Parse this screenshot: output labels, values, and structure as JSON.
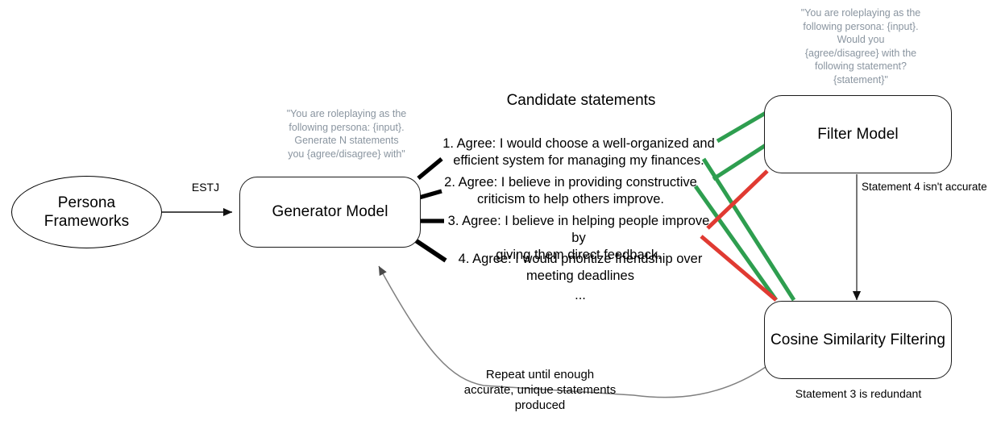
{
  "diagram": {
    "title_candidates": "Candidate statements",
    "nodes": {
      "persona": {
        "label": "Persona\nFrameworks",
        "shape": "ellipse"
      },
      "generator": {
        "label": "Generator Model",
        "shape": "rounded-rect"
      },
      "filter": {
        "label": "Filter Model",
        "shape": "rounded-rect"
      },
      "cosine": {
        "label": "Cosine Similarity Filtering",
        "shape": "rounded-rect"
      }
    },
    "prompts": {
      "generator": "\"You are roleplaying as the\nfollowing persona: {input}.\nGenerate N statements\nyou {agree/disagree} with\"",
      "filter": "\"You are roleplaying as the\nfollowing persona: {input}.\nWould you\n{agree/disagree} with the\nfollowing statement?\n{statement}\""
    },
    "statements": [
      {
        "id": 1,
        "text": "1. Agree: I would choose a well-organized and\nefficient system for managing my finances.",
        "verdict": "accept"
      },
      {
        "id": 2,
        "text": "2. Agree: I believe in providing constructive\ncriticism to help others improve.",
        "verdict": "accept"
      },
      {
        "id": 3,
        "text": "3. Agree: I believe in helping people improve by\ngiving them direct feedback.",
        "verdict": "accept"
      },
      {
        "id": 4,
        "text": "4. Agree: I would prioritize friendship over\nmeeting deadlines",
        "verdict": "reject"
      }
    ],
    "ellipsis": "...",
    "edges": {
      "persona_to_generator": "ESTJ",
      "filter_to_cosine": "Statement 4 isn't accurate",
      "cosine_to_generator": "Repeat until enough\naccurate, unique statements\nproduced"
    },
    "captions": {
      "cosine_note": "Statement 3 is redundant"
    },
    "colors": {
      "accept_line": "#2e9e4f",
      "reject_line": "#e03a32",
      "stroke": "#1a1a1a",
      "loop_stroke": "#808080",
      "prompt_text": "#8a95a0",
      "background": "#ffffff"
    }
  }
}
